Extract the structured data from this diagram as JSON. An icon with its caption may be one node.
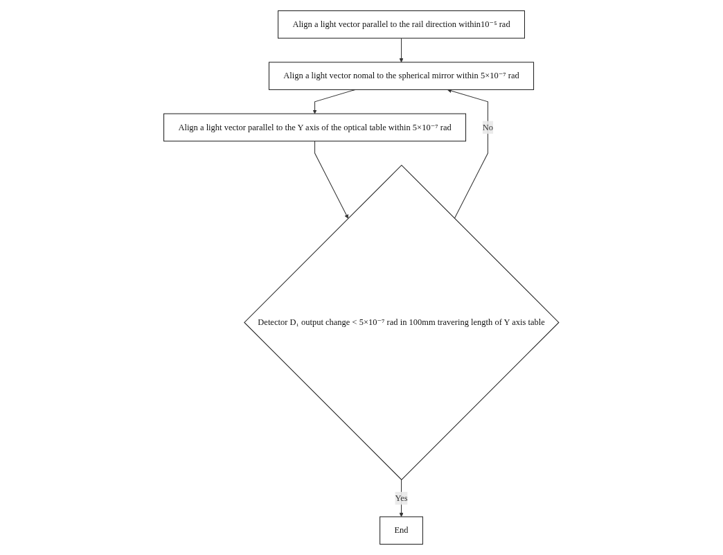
{
  "diagram": {
    "nodes": [
      {
        "text": [
          "Align a light vector parallel to the rail direction within10⁻⁵ rad"
        ]
      },
      {
        "text": [
          "Align a light vector nomal to the spherical mirror within 5×10⁻⁷ rad"
        ]
      },
      {
        "text": [
          "Align a light vector parallel to the Y axis of the optical table within 5×10⁻⁷ rad"
        ]
      },
      {
        "text": [
          "Detector D₁ output change < 5×10⁻⁷ rad in 100mm travering length of Y axis table"
        ]
      },
      {
        "text": [
          "End"
        ]
      }
    ],
    "edges": [
      {
        "from": 0,
        "to": 1,
        "arrow": "to"
      },
      {
        "from": 1,
        "to": 2,
        "arrow": "to"
      },
      {
        "from": 2,
        "to": 3,
        "arrow": "to"
      },
      {
        "from": 3,
        "to": 1,
        "label": "No",
        "arrow": "to"
      },
      {
        "from": 3,
        "to": 4,
        "label": "Yes",
        "arrow": "to"
      }
    ]
  }
}
